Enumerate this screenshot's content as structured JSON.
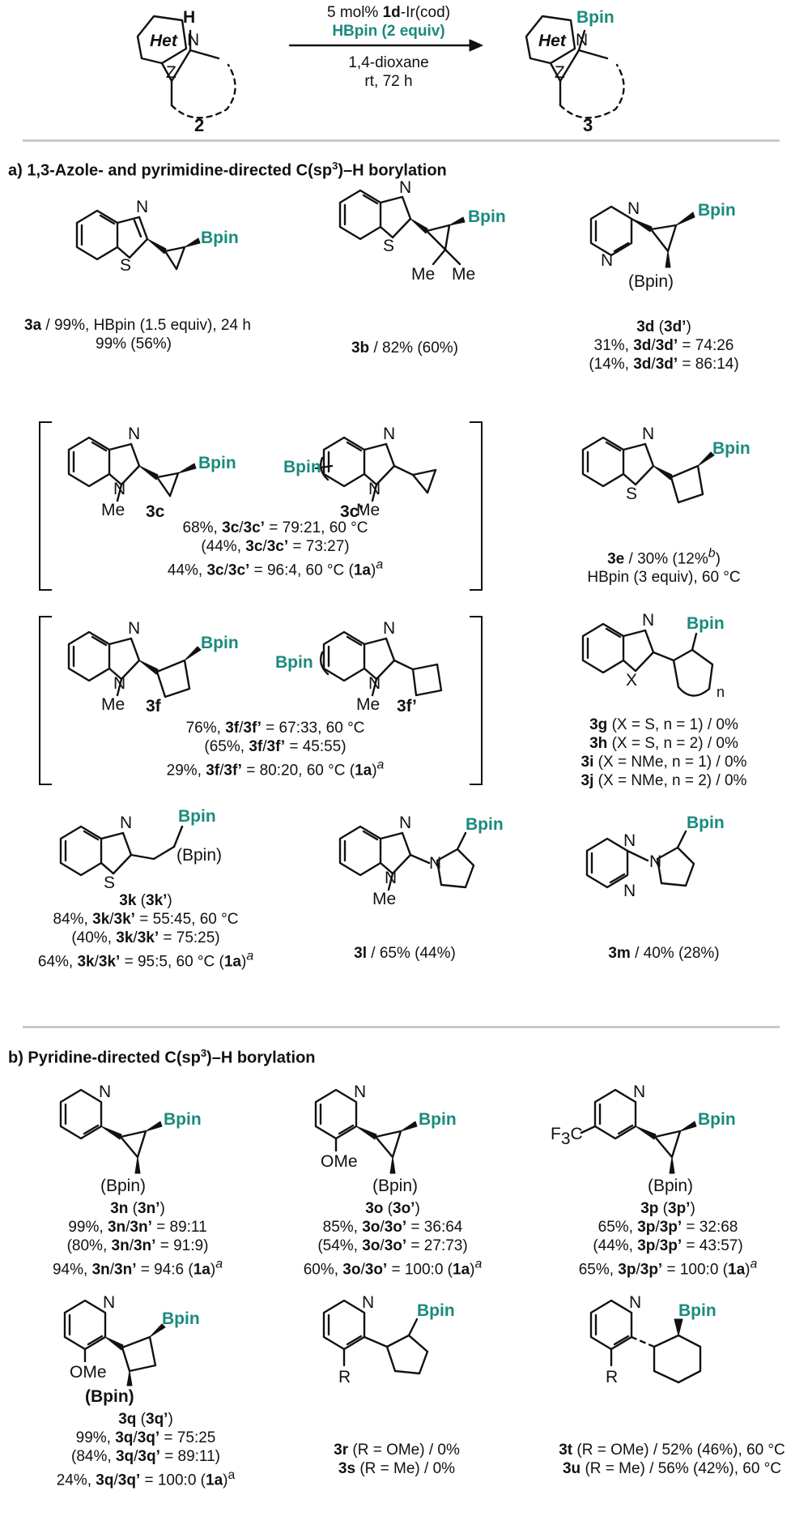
{
  "scheme": {
    "reactant_label": "2",
    "product_label": "3",
    "het_label": "Het",
    "n_label": "N",
    "h_label": "H",
    "z_label": "Z",
    "bpin_label": "Bpin",
    "cond_line1_pre": "5 mol% ",
    "cond_line1_bold": "1d",
    "cond_line1_post": "-Ir(cod)",
    "cond_line2": "HBpin (2 equiv)",
    "cond_line3": "1,4-dioxane",
    "cond_line4": "rt, 72 h"
  },
  "section_a": {
    "title_pre": "a) 1,3-Azole- and pyrimidine-directed C(sp",
    "title_sup": "3",
    "title_post": ")–H borylation"
  },
  "section_b": {
    "title_pre": "b) Pyridine-directed C(sp",
    "title_sup": "3",
    "title_post": ")–H borylation"
  },
  "atoms": {
    "N": "N",
    "S": "S",
    "X": "X",
    "R": "R",
    "Me": "Me",
    "OMe": "OMe",
    "F3C": "F",
    "F3C_sub": "3",
    "F3C_c": "C",
    "n": "n",
    "Bpin": "Bpin",
    "Bpin_paren": "(Bpin)"
  },
  "captions": {
    "3a": [
      "<b>3a</b> / 99%, HBpin (1.5 equiv), 24 h",
      "99% (56%)"
    ],
    "3b": [
      "<b>3b</b> / 82% (60%)"
    ],
    "3d": [
      "<b>3d</b> (<b>3d’</b>)",
      "31%, <b>3d</b>/<b>3d’</b> = 74:26",
      "(14%, <b>3d</b>/<b>3d’</b> = 86:14)"
    ],
    "3c": [
      "68%, <b>3c</b>/<b>3c’</b> = 79:21, 60 °C",
      "(44%, <b>3c</b>/<b>3c’</b> = 73:27)",
      "44%, <b>3c</b>/<b>3c’</b> = 96:4, 60 °C (<b>1a</b>)<i><sup>a</sup></i>"
    ],
    "3e": [
      "<b>3e</b> / 30% (12%<i><sup>b</sup></i>)",
      "HBpin (3 equiv), 60 °C"
    ],
    "3f": [
      "76%, <b>3f</b>/<b>3f’</b> = 67:33, 60 °C",
      "(65%, <b>3f</b>/<b>3f’</b> = 45:55)",
      "29%, <b>3f</b>/<b>3f’</b> = 80:20, 60 °C (<b>1a</b>)<i><sup>a</sup></i>"
    ],
    "3g": [
      "<b>3g</b> (X = S, n = 1) / 0%",
      "<b>3h</b> (X = S, n = 2) / 0%",
      "<b>3i</b> (X = NMe, n = 1) / 0%",
      "<b>3j</b> (X = NMe, n = 2) / 0%"
    ],
    "3k": [
      "<b>3k</b> (<b>3k’</b>)",
      "84%, <b>3k</b>/<b>3k’</b> = 55:45, 60 °C",
      "(40%, <b>3k</b>/<b>3k’</b> = 75:25)",
      "64%, <b>3k</b>/<b>3k’</b> = 95:5, 60 °C (<b>1a</b>)<i><sup>a</sup></i>"
    ],
    "3l": [
      "<b>3l</b> / 65% (44%)"
    ],
    "3m": [
      "<b>3m</b> / 40% (28%)"
    ],
    "3n": [
      "<b>3n</b> (<b>3n’</b>)",
      "99%, <b>3n</b>/<b>3n’</b> = 89:11",
      "(80%, <b>3n</b>/<b>3n’</b> = 91:9)",
      "94%, <b>3n</b>/<b>3n’</b> = 94:6 (<b>1a</b>)<i><sup>a</sup></i>"
    ],
    "3o": [
      "<b>3o</b> (<b>3o’</b>)",
      "85%, <b>3o</b>/<b>3o’</b> = 36:64",
      "(54%, <b>3o</b>/<b>3o’</b> = 27:73)",
      "60%, <b>3o</b>/<b>3o’</b> = 100:0 (<b>1a</b>)<i><sup>a</sup></i>"
    ],
    "3p": [
      "<b>3p</b> (<b>3p’</b>)",
      "65%, <b>3p</b>/<b>3p’</b> = 32:68",
      "(44%, <b>3p</b>/<b>3p’</b> = 43:57)",
      "65%, <b>3p</b>/<b>3p’</b> = 100:0 (<b>1a</b>)<i><sup>a</sup></i>"
    ],
    "3q": [
      "<b>3q</b> (<b>3q’</b>)",
      "99%, <b>3q</b>/<b>3q’</b> = 75:25",
      "(84%, <b>3q</b>/<b>3q’</b> = 89:11)",
      "24%, <b>3q</b>/<b>3q’</b> = 100:0 (<b>1a</b>)<sup>a</sup>"
    ],
    "3r": [
      "<b>3r</b> (R = OMe) / 0%",
      "<b>3s</b> (R = Me) / 0%"
    ],
    "3t": [
      "<b>3t</b> (R = OMe) / 52% (46%), 60 °C",
      "<b>3u</b> (R = Me) / 56% (42%), 60 °C"
    ]
  },
  "compound_labels": {
    "3c": "3c",
    "3c_prime": "3c’",
    "3f": "3f",
    "3f_prime": "3f’"
  },
  "colors": {
    "accent": "#1a8a7e",
    "rule": "#c9c9c9"
  }
}
